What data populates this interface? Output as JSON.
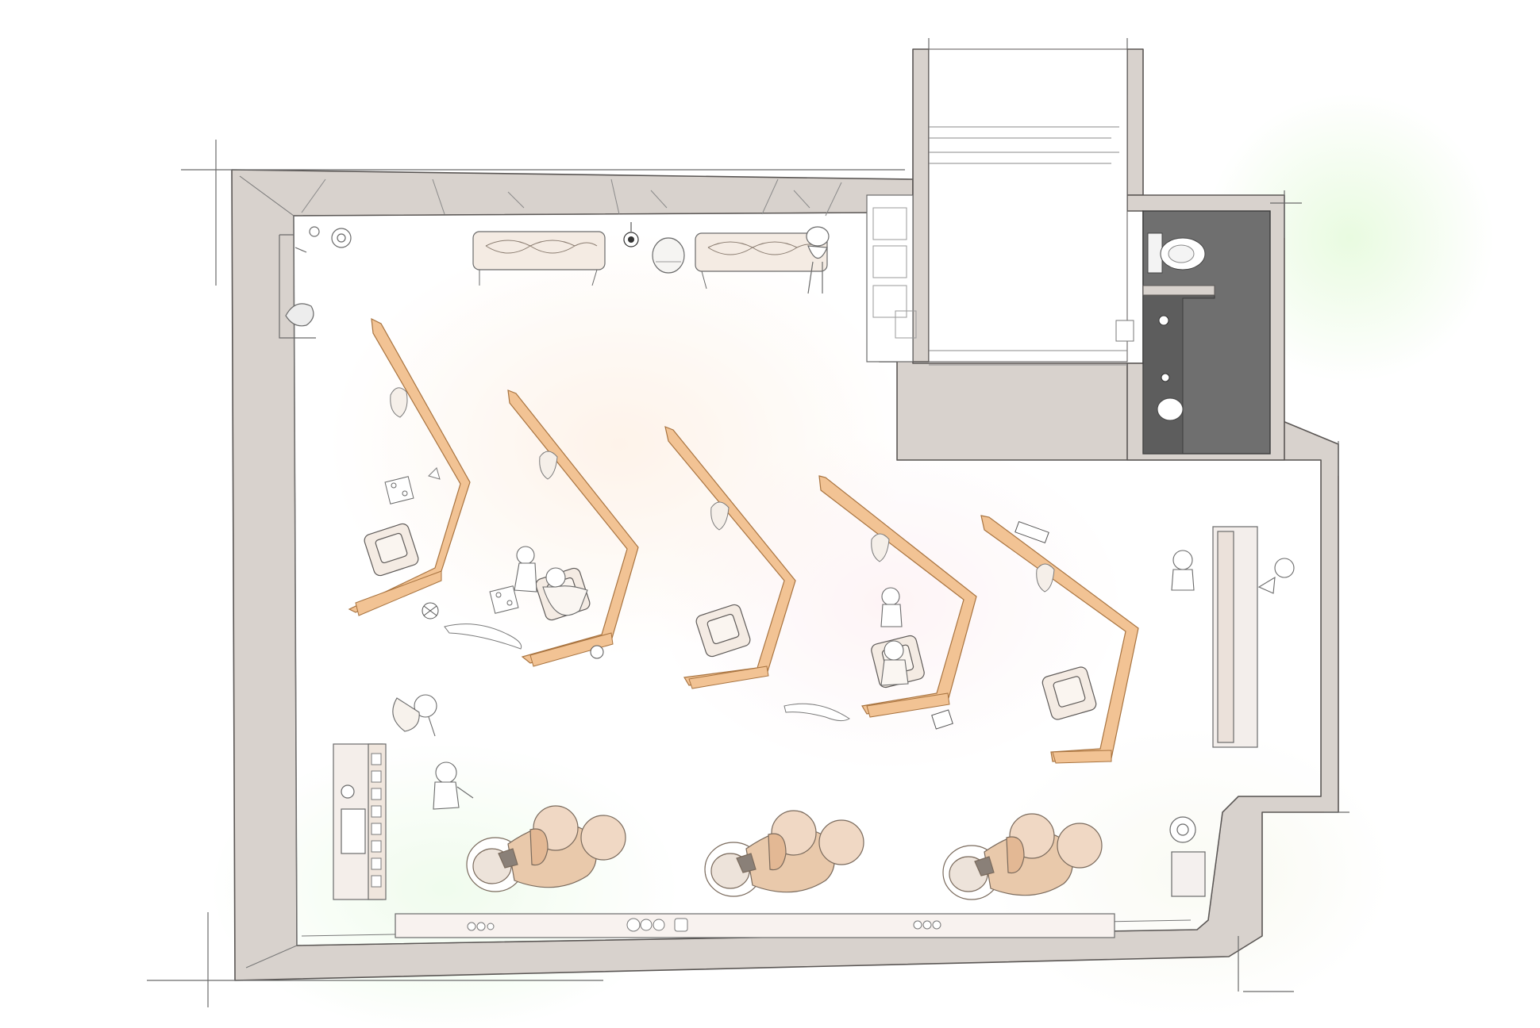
{
  "drawing": {
    "type": "salon floor plan (top view illustration)",
    "colors": {
      "wall": "#d8d2cd",
      "wall_line": "#5a5654",
      "partition_wood": "#f2c394",
      "partition_line": "#a8733f",
      "restroom_floor": "#6f6f6f",
      "shampoo_chair": "#e9c9ab",
      "sketch_line": "#6a6a6a"
    }
  },
  "rooms": [
    {
      "name": "main-salon-floor"
    },
    {
      "name": "entrance-corridor"
    },
    {
      "name": "restroom"
    },
    {
      "name": "reception-area"
    }
  ],
  "furniture": [
    {
      "name": "waiting-sofa",
      "count": 2
    },
    {
      "name": "side-table",
      "count": 1
    },
    {
      "name": "floor-lamp",
      "count": 1
    },
    {
      "name": "styling-booth-partition",
      "count": 5
    },
    {
      "name": "styling-chair",
      "count": 5
    },
    {
      "name": "shampoo-station",
      "count": 3
    },
    {
      "name": "reception-counter",
      "count": 1
    },
    {
      "name": "storage-shelf",
      "count": 2
    },
    {
      "name": "toilet",
      "count": 1
    },
    {
      "name": "wash-basin",
      "count": 2
    }
  ]
}
